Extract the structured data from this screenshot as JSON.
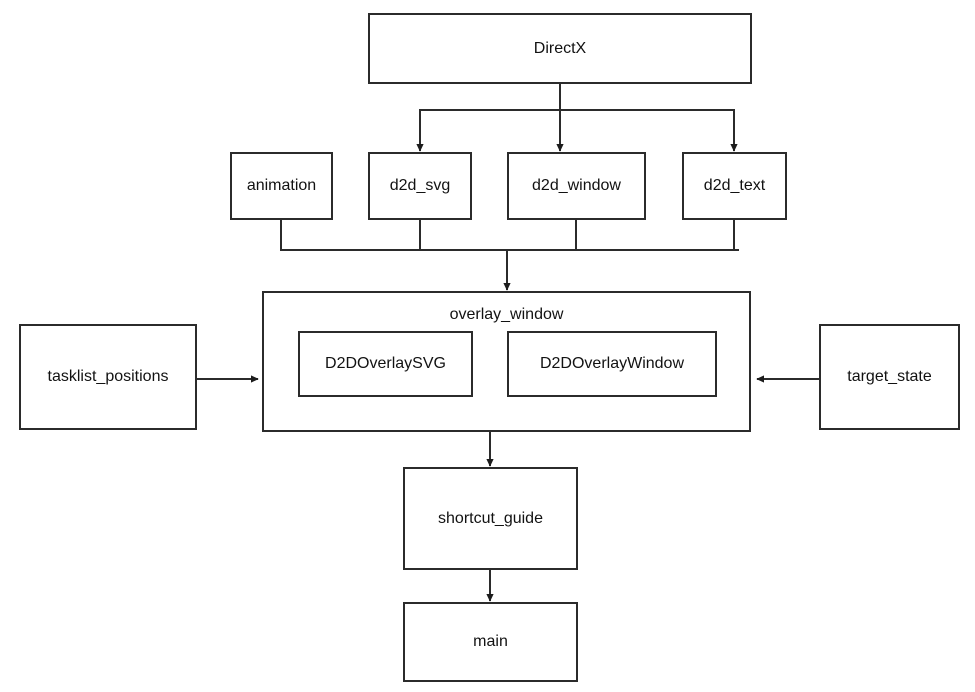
{
  "diagram": {
    "title": "DirectX overlay module dependency diagram",
    "background": "#ffffff",
    "line_color": "#2b2b2b",
    "text_color": "#121212",
    "nodes": {
      "directx": "DirectX",
      "animation": "animation",
      "d2d_svg": "d2d_svg",
      "d2d_window": "d2d_window",
      "d2d_text": "d2d_text",
      "overlay_window": "overlay_window",
      "d2d_overlay_svg": "D2DOverlaySVG",
      "d2d_overlay_window": "D2DOverlayWindow",
      "tasklist_positions": "tasklist_positions",
      "target_state": "target_state",
      "shortcut_guide": "shortcut_guide",
      "main": "main"
    },
    "edges": [
      {
        "from": "directx",
        "to": "d2d_svg",
        "style": "orthogonal-arrow"
      },
      {
        "from": "directx",
        "to": "d2d_window",
        "style": "orthogonal-arrow"
      },
      {
        "from": "directx",
        "to": "d2d_text",
        "style": "orthogonal-arrow"
      },
      {
        "from": "animation",
        "to": "overlay_window",
        "style": "bus-arrow"
      },
      {
        "from": "d2d_svg",
        "to": "overlay_window",
        "style": "bus-arrow"
      },
      {
        "from": "d2d_window",
        "to": "overlay_window",
        "style": "bus-arrow"
      },
      {
        "from": "d2d_text",
        "to": "overlay_window",
        "style": "bus-arrow"
      },
      {
        "from": "tasklist_positions",
        "to": "overlay_window",
        "style": "arrow-right"
      },
      {
        "from": "target_state",
        "to": "overlay_window",
        "style": "arrow-left"
      },
      {
        "from": "overlay_window",
        "to": "shortcut_guide",
        "style": "arrow-down"
      },
      {
        "from": "shortcut_guide",
        "to": "main",
        "style": "arrow-down"
      }
    ]
  }
}
